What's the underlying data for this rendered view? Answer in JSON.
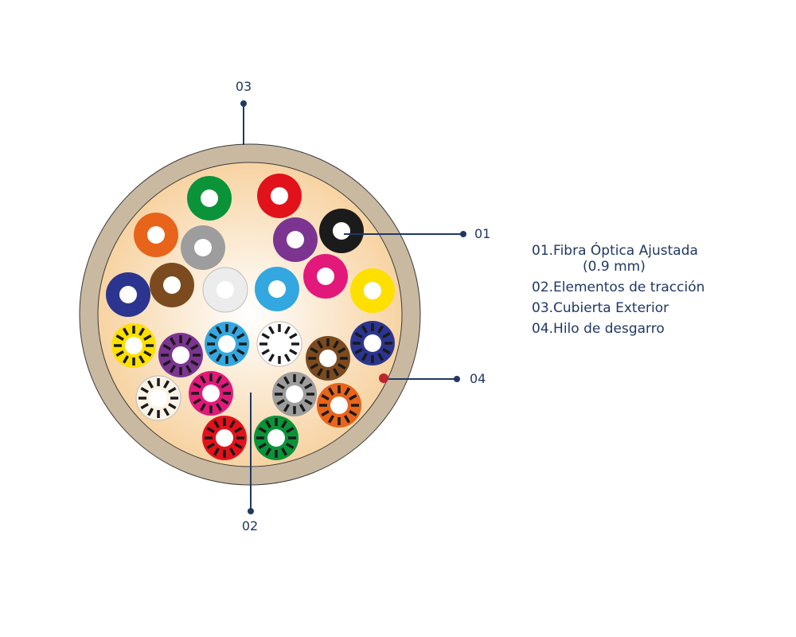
{
  "colors": {
    "ink": "#1f3864",
    "jacket": "#c9b9a0",
    "filler_center": "#ffffff",
    "filler_edge": "#f7d3a2",
    "ripcord": "#c0242c",
    "stripe": "#1a1a1a"
  },
  "callouts": {
    "c01": "01",
    "c02": "02",
    "c03": "03",
    "c04": "04"
  },
  "legend": {
    "item1": "01.Fibra Óptica Ajustada",
    "item1_sub": "(0.9 mm)",
    "item2": "02.Elementos de tracción",
    "item3": "03.Cubierta Exterior",
    "item4": "04.Hilo de desgarro"
  },
  "fibers": [
    {
      "color": "#0a9339",
      "striped": false
    },
    {
      "color": "#e2121b",
      "striped": false
    },
    {
      "color": "#e8641a",
      "striped": false
    },
    {
      "color": "#9d9d9d",
      "striped": false
    },
    {
      "color": "#7b3591",
      "striped": false
    },
    {
      "color": "#1b1b1b",
      "striped": false
    },
    {
      "color": "#2b3590",
      "striped": false
    },
    {
      "color": "#7b4a1f",
      "striped": false
    },
    {
      "color": "#ececec",
      "striped": false
    },
    {
      "color": "#33a7df",
      "striped": false
    },
    {
      "color": "#e2197a",
      "striped": false
    },
    {
      "color": "#fde000",
      "striped": false
    },
    {
      "color": "#fde000",
      "striped": true
    },
    {
      "color": "#7b3591",
      "striped": true
    },
    {
      "color": "#33a7df",
      "striped": true
    },
    {
      "color": "#ffffff",
      "striped": true
    },
    {
      "color": "#7b4a1f",
      "striped": true
    },
    {
      "color": "#2b3590",
      "striped": true
    },
    {
      "color": "#fbf3e6",
      "striped": true
    },
    {
      "color": "#e2197a",
      "striped": true
    },
    {
      "color": "#9d9d9d",
      "striped": true
    },
    {
      "color": "#e8641a",
      "striped": true
    },
    {
      "color": "#e2121b",
      "striped": true
    },
    {
      "color": "#0a9339",
      "striped": true
    }
  ]
}
